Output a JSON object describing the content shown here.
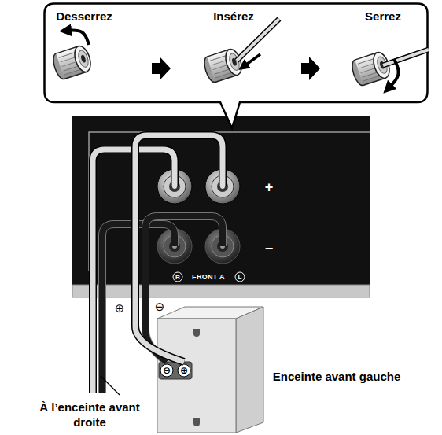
{
  "diagram": {
    "nodes": [
      {
        "text": [
          "Desserrez",
          "Insérez",
          "Serrez"
        ]
      }
    ],
    "labels": [
      "+",
      "−",
      "R",
      "FRONT A",
      "L",
      "⊕",
      "⊖",
      "⊖",
      "⊕",
      "Enceinte avant gauche",
      "À l’enceinte avant droite"
    ]
  }
}
